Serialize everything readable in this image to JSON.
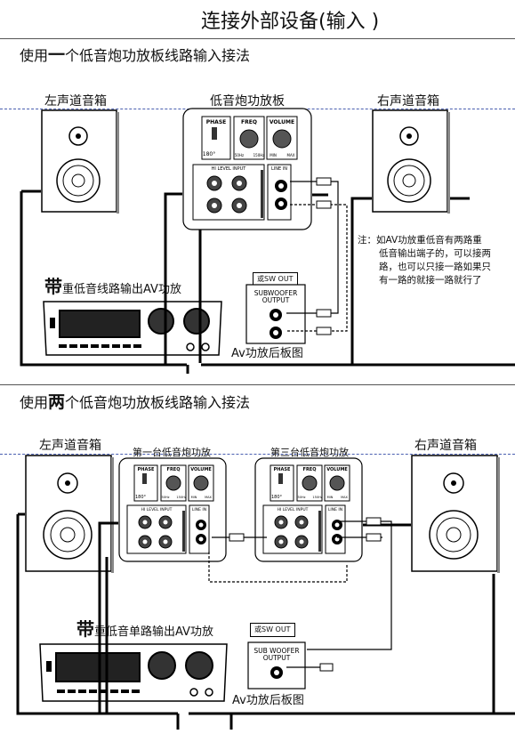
{
  "title": "连接外部设备(输入 )",
  "section1": {
    "heading_pre": "使用",
    "heading_bold": "一",
    "heading_post": "个低音炮功放板线路输入接法",
    "left_speaker": "左声道音箱",
    "right_speaker": "右声道音箱",
    "board_title": "低音炮功放板",
    "board": {
      "phase": "PHASE",
      "phase_value": "180°",
      "freq": "FREQ",
      "freq_min": "50Hz",
      "freq_max": "150Hz",
      "volume": "VOLUME",
      "vol_min": "MIN",
      "vol_max": "MAX",
      "hi_level_input": "HI LEVEL INPUT",
      "line_in": "LINE IN"
    },
    "amp_title_bold": "带",
    "amp_title_rest": "重低音线路输出AV功放",
    "sw_out": "或SW OUT",
    "sub_output_line1": "SUBWOOFER",
    "sub_output_line2": "OUTPUT",
    "rear_panel": "Av功放后板图",
    "note_lines": [
      "注：如AV功放重低音有两路重",
      "低音输出端子的，可以接两",
      "路，也可以只接一路如果只",
      "有一路的就接一路就行了"
    ]
  },
  "section2": {
    "heading_pre": "使用",
    "heading_bold": "两",
    "heading_post": "个低音炮功放板线路输入接法",
    "left_speaker": "左声道音箱",
    "right_speaker": "右声道音箱",
    "board1_title": "第一台低音炮功放",
    "board2_title": "第三台低音炮功放",
    "board": {
      "phase": "PHASE",
      "phase_value": "180°",
      "freq": "FREQ",
      "freq_min": "50Hz",
      "freq_max": "150Hz",
      "volume": "VOLUME",
      "vol_min": "MIN",
      "vol_max": "MAX",
      "hi_level_input": "HI LEVEL INPUT",
      "line_in": "LINE IN"
    },
    "amp_title_bold": "带",
    "amp_title_rest": "重低音单路输出AV功放",
    "sw_out": "或SW OUT",
    "sub_output_line1": "SUB WOOFER",
    "sub_output_line2": "OUTPUT",
    "rear_panel": "Av功放后板图"
  }
}
